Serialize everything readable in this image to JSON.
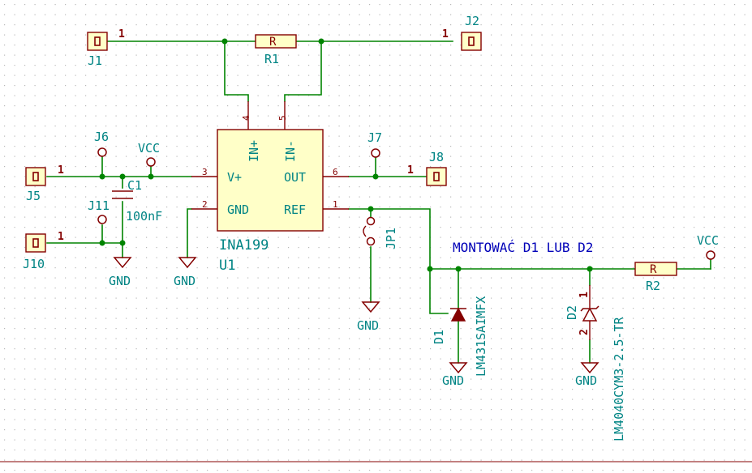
{
  "components": {
    "J1": {
      "ref": "J1",
      "pin": "1"
    },
    "J2": {
      "ref": "J2",
      "pin": "1"
    },
    "J5": {
      "ref": "J5",
      "pin": "1"
    },
    "J6": {
      "ref": "J6"
    },
    "J7": {
      "ref": "J7"
    },
    "J8": {
      "ref": "J8",
      "pin": "1"
    },
    "J10": {
      "ref": "J10",
      "pin": "1"
    },
    "J11": {
      "ref": "J11"
    },
    "R1": {
      "ref": "R1",
      "value": "R"
    },
    "R2": {
      "ref": "R2",
      "value": "R"
    },
    "C1": {
      "ref": "C1",
      "value": "100nF"
    },
    "U1": {
      "ref": "U1",
      "value": "INA199",
      "pins": {
        "in_plus": "IN+",
        "in_minus": "IN-",
        "vplus": "V+",
        "gnd": "GND",
        "out": "OUT",
        "ref": "REF"
      },
      "pin_numbers": {
        "in_plus": "4",
        "in_minus": "5",
        "vplus": "3",
        "gnd": "2",
        "out": "6",
        "ref": "1"
      }
    },
    "JP1": {
      "ref": "JP1"
    },
    "D1": {
      "ref": "D1",
      "value": "LM431SAIMFX"
    },
    "D2": {
      "ref": "D2",
      "value": "LM4040CYM3-2.5-TR",
      "pin1": "1",
      "pin2": "2"
    }
  },
  "power": {
    "vcc": "VCC",
    "gnd": "GND"
  },
  "note": "MONTOWAĆ D1 LUB D2"
}
